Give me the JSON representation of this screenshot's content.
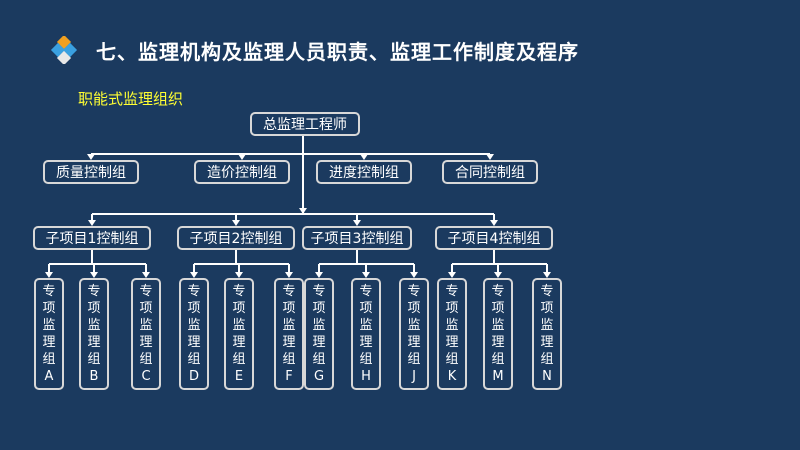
{
  "slide": {
    "title": "七、监理机构及监理人员职责、监理工作制度及程序",
    "subtitle": "职能式监理组织"
  },
  "org": {
    "root": "总监理工程师",
    "functions": [
      "质量控制组",
      "造价控制组",
      "进度控制组",
      "合同控制组"
    ],
    "subprojects": [
      "子项目1控制组",
      "子项目2控制组",
      "子项目3控制组",
      "子项目4控制组"
    ],
    "teams": [
      [
        "专项监理组A",
        "专项监理组B",
        "专项监理组C"
      ],
      [
        "专项监理组D",
        "专项监理组E",
        "专项监理组F"
      ],
      [
        "专项监理组G",
        "专项监理组H",
        "专项监理组J"
      ],
      [
        "专项监理组K",
        "专项监理组M",
        "专项监理组N"
      ]
    ]
  },
  "colors": {
    "background": "#1b3a5f",
    "title_text": "#ffffff",
    "subtitle_text": "#ffff33",
    "box_border": "#d8d8d8",
    "connector": "#ffffff"
  },
  "icons": {
    "title_bullet": "diamond-bullet-icon"
  }
}
